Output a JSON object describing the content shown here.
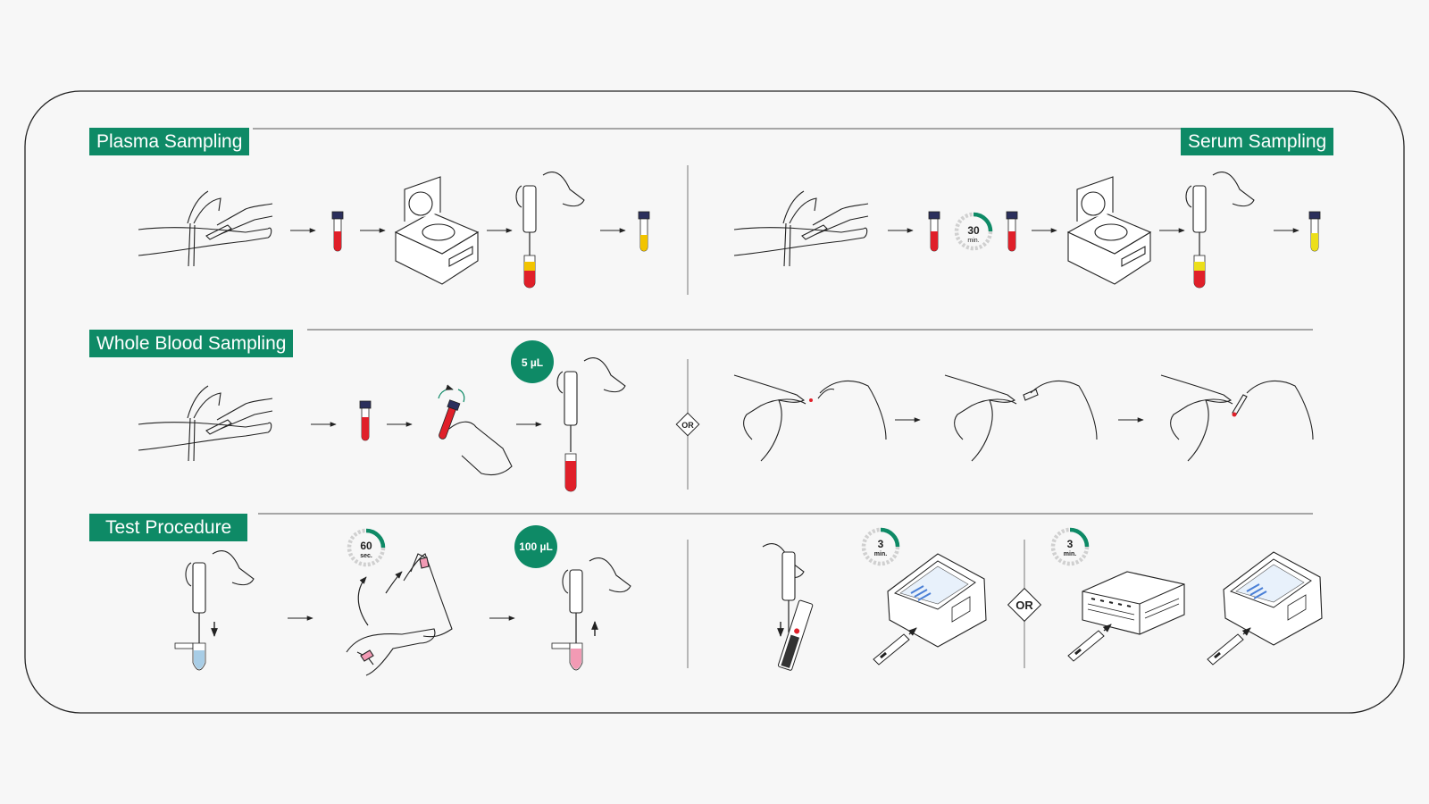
{
  "sections": {
    "plasma": "Plasma Sampling",
    "serum": "Serum Sampling",
    "whole_blood": "Whole Blood Sampling",
    "test": "Test Procedure"
  },
  "timers": {
    "serum_wait_value": "30",
    "serum_wait_unit": "min.",
    "mix_value": "60",
    "mix_unit": "sec.",
    "read_a_value": "3",
    "read_a_unit": "min.",
    "read_b_value": "3",
    "read_b_unit": "min."
  },
  "volumes": {
    "whole_blood": "5 µL",
    "test": "100 µL"
  },
  "or_labels": {
    "whole_blood": "OR",
    "reader": "OR"
  },
  "colors": {
    "accent": "#0e8a66",
    "blood": "#e0202a",
    "plasma": "#f2c400",
    "serum": "#ecdf1a",
    "buffer": "#a8cde6",
    "mixed": "#f29ab4"
  }
}
